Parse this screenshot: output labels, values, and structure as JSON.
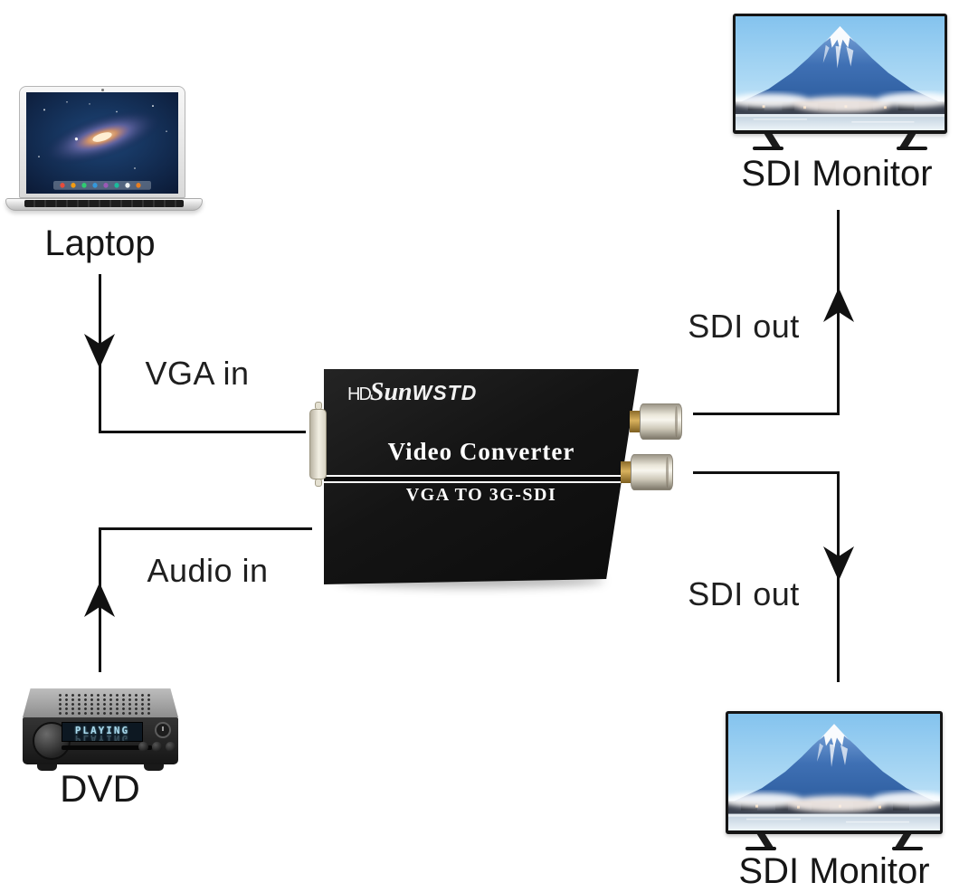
{
  "diagram": {
    "devices": {
      "laptop": {
        "label": "Laptop"
      },
      "dvd": {
        "label": "DVD",
        "display": "PLAYING"
      },
      "monitor_top": {
        "label": "SDI Monitor"
      },
      "monitor_bottom": {
        "label": "SDI Monitor"
      },
      "converter": {
        "brand_prefix": "HD",
        "brand_script": "Sun",
        "brand_suffix": "WSTD",
        "title": "Video Converter",
        "subtitle": "VGA TO 3G-SDI"
      }
    },
    "connections": {
      "vga_in": "VGA in",
      "audio_in": "Audio in",
      "sdi_out_top": "SDI out",
      "sdi_out_bottom": "SDI out"
    },
    "icons": {
      "arrowhead_down": "filled concave chevron pointing down",
      "arrowhead_up": "filled concave chevron pointing up"
    },
    "colors": {
      "background": "#ffffff",
      "line": "#111111",
      "label_text": "#1f1f1f",
      "converter_body": "#141414",
      "converter_text": "#ffffff",
      "dvd_display_text": "#a9d9ec",
      "bnc_brass": "#d9b25e",
      "vga_port": "#f2efe3"
    }
  }
}
